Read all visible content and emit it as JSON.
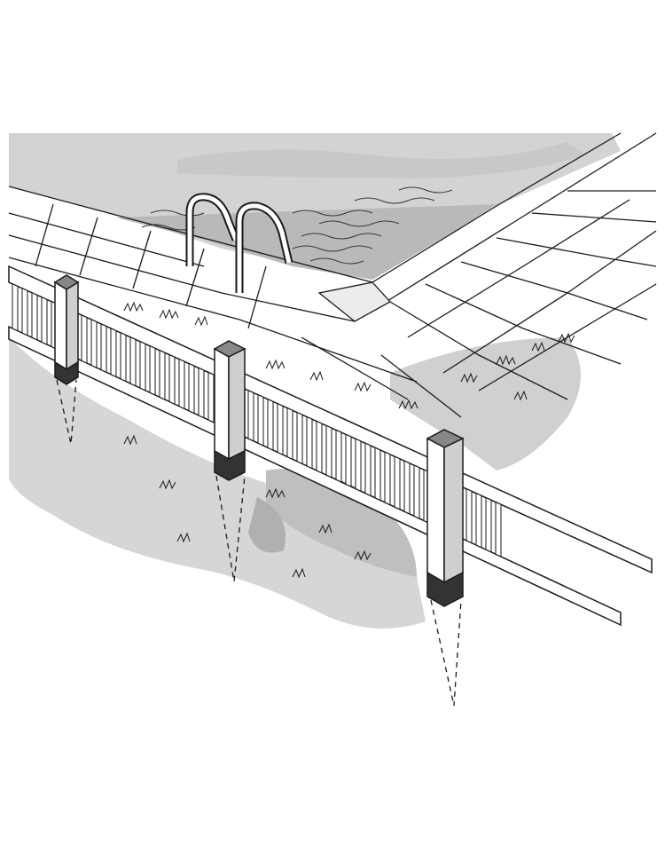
{
  "illustration": {
    "subject": "pool",
    "style": "pen-and-ink with gray wash",
    "colors": {
      "ink": "#1a1a1a",
      "wash_light": "#d9d9d9",
      "wash_mid": "#bdbdbd",
      "wash_dark": "#9a9a9a",
      "paper": "#ffffff"
    },
    "elements": [
      "pool-water",
      "pool-deck-tiles",
      "pool-ladder",
      "fence-rails",
      "fence-pickets",
      "fence-posts",
      "post-stakes",
      "grass-tufts"
    ]
  }
}
